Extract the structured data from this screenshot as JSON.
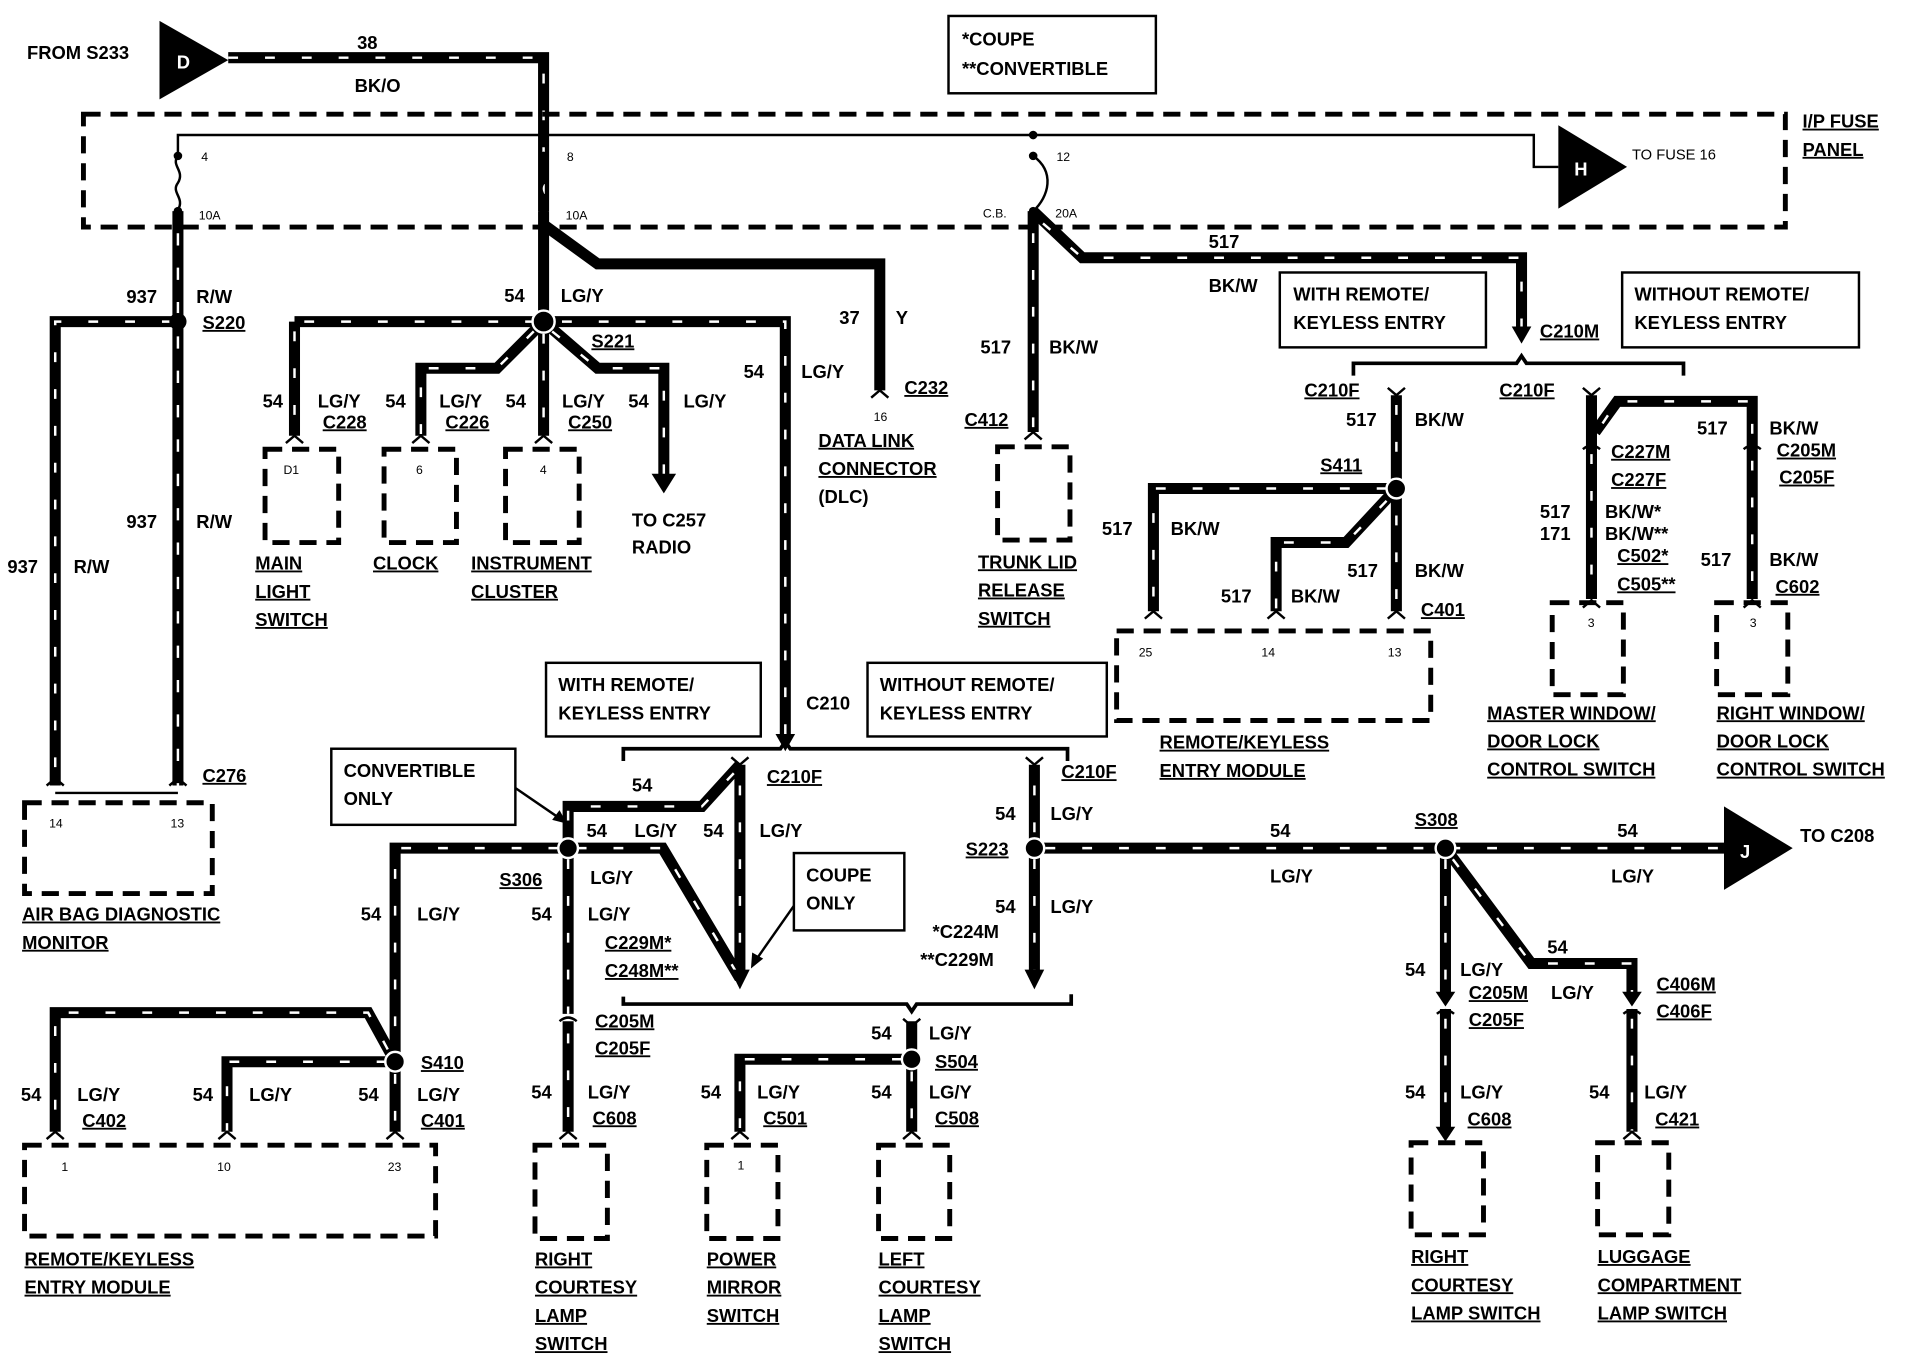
{
  "title": "Courtesy Lamp / Remote Keyless Entry Power Distribution Wiring Diagram",
  "legend": {
    "line1": "*COUPE",
    "line2": "**CONVERTIBLE"
  },
  "inputs": {
    "from_s233": "FROM S233",
    "d_marker": "D",
    "wire38": "38",
    "wire38_color": "BK/O"
  },
  "fuse_panel": {
    "label1": "I/P FUSE",
    "label2": "PANEL",
    "fuse4_num": "4",
    "fuse4_rating": "10A",
    "fuse8_num": "8",
    "fuse8_rating": "10A",
    "fuse12_num": "12",
    "fuse12_type": "C.B.",
    "fuse12_rating": "20A",
    "h_marker": "H",
    "to_fuse16": "TO FUSE 16"
  },
  "airbag": {
    "w1": "937",
    "c1": "R/W",
    "splice": "S220",
    "w2": "937",
    "c2": "R/W",
    "w3": "937",
    "c3": "R/W",
    "connector": "C276",
    "pin_a": "14",
    "pin_b": "13",
    "name1": "AIR BAG DIAGNOSTIC",
    "name2": "MONITOR"
  },
  "s221": {
    "w_in": "54",
    "c_in": "LG/Y",
    "splice": "S221",
    "mls_w": "54",
    "mls_c": "LG/Y",
    "mls_conn": "C228",
    "mls_pin": "D1",
    "clock_w": "54",
    "clock_c": "LG/Y",
    "clock_conn": "C226",
    "clock_pin": "6",
    "ic_w": "54",
    "ic_c": "LG/Y",
    "ic_conn": "C250",
    "ic_pin": "4",
    "radio_w": "54",
    "radio_c": "LG/Y",
    "radio1": "TO C257",
    "radio2": "RADIO",
    "c210_w": "54",
    "c210_c": "LG/Y",
    "mls1": "MAIN",
    "mls2": "LIGHT",
    "mls3": "SWITCH",
    "clock_name": "CLOCK",
    "ic1": "INSTRUMENT",
    "ic2": "CLUSTER"
  },
  "dlc": {
    "w": "37",
    "c": "Y",
    "conn": "C232",
    "pin": "16",
    "name1": "DATA LINK",
    "name2": "CONNECTOR",
    "name3": "(DLC)"
  },
  "trunk": {
    "w": "517",
    "c": "BK/W",
    "conn": "C412",
    "name1": "TRUNK LID",
    "name2": "RELEASE",
    "name3": "SWITCH"
  },
  "upper_rke": {
    "w": "517",
    "c": "BK/W",
    "c210m": "C210M",
    "with1": "WITH REMOTE/",
    "with2": "KEYLESS ENTRY",
    "without1": "WITHOUT REMOTE/",
    "without2": "KEYLESS ENTRY",
    "c210f_a": "C210F",
    "a_w": "517",
    "a_c": "BK/W",
    "splice": "S411",
    "b1_w": "517",
    "b1_c": "BK/W",
    "b2_w": "517",
    "b2_c": "BK/W",
    "b3_w": "517",
    "b3_c": "BK/W",
    "conn": "C401",
    "pin25": "25",
    "pin14": "14",
    "pin13": "13",
    "name1": "REMOTE/KEYLESS",
    "name2": "ENTRY MODULE",
    "c210f_b": "C210F",
    "c227m": "C227M",
    "c227f": "C227F",
    "m_w1": "517",
    "m_w2": "171",
    "m_c1": "BK/W*",
    "m_c2": "BK/W**",
    "m_conn1": "C502*",
    "m_conn2": "C505**",
    "m_pin": "3",
    "r_w": "517",
    "r_c": "BK/W",
    "c205m": "C205M",
    "c205f": "C205F",
    "r_w2": "517",
    "r_c2": "BK/W",
    "r_conn": "C602",
    "r_pin": "3",
    "master1": "MASTER WINDOW/",
    "master2": "DOOR LOCK",
    "master3": "CONTROL SWITCH",
    "right1": "RIGHT WINDOW/",
    "right2": "DOOR LOCK",
    "right3": "CONTROL SWITCH"
  },
  "lower": {
    "c210": "C210",
    "with1": "WITH REMOTE/",
    "with2": "KEYLESS ENTRY",
    "without1": "WITHOUT REMOTE/",
    "without2": "KEYLESS ENTRY",
    "c210f_a": "C210F",
    "c210f_b": "C210F",
    "conv1": "CONVERTIBLE",
    "conv2": "ONLY",
    "coupe1": "COUPE",
    "coupe2": "ONLY",
    "top_w": "54",
    "w_a": "54",
    "c_a": "LG/Y",
    "w_b": "54",
    "c_b": "LG/Y",
    "s306": "S306",
    "s306_c": "LG/Y",
    "down_w": "54",
    "down_c": "LG/Y",
    "c229m": "C229M*",
    "c248m": "C248M**",
    "left_w": "54",
    "left_c": "LG/Y",
    "s223": "S223",
    "s223_w1": "54",
    "s223_c1": "LG/Y",
    "s223_w2": "54",
    "s223_c2": "LG/Y",
    "c224m": "*C224M",
    "c229m2": "**C229M"
  },
  "s410": {
    "splice": "S410",
    "a_w": "54",
    "a_c": "LG/Y",
    "a_conn": "C402",
    "b_w": "54",
    "b_c": "LG/Y",
    "c_w": "54",
    "c_c": "LG/Y",
    "c_conn": "C401",
    "pin1": "1",
    "pin10": "10",
    "pin23": "23",
    "name1": "REMOTE/KEYLESS",
    "name2": "ENTRY MODULE"
  },
  "rcl_left": {
    "c205m": "C205M",
    "c205f": "C205F",
    "w": "54",
    "c": "LG/Y",
    "conn": "C608",
    "name1": "RIGHT",
    "name2": "COURTESY",
    "name3": "LAMP",
    "name4": "SWITCH"
  },
  "s504": {
    "in_w": "54",
    "in_c": "LG/Y",
    "splice": "S504",
    "pm_w": "54",
    "pm_c": "LG/Y",
    "pm_conn": "C501",
    "pm_pin": "1",
    "lc_w": "54",
    "lc_c": "LG/Y",
    "lc_conn": "C508",
    "pm1": "POWER",
    "pm2": "MIRROR",
    "pm3": "SWITCH",
    "lc1": "LEFT",
    "lc2": "COURTESY",
    "lc3": "LAMP",
    "lc4": "SWITCH"
  },
  "s308": {
    "w1": "54",
    "c1": "LG/Y",
    "splice": "S308",
    "w2": "54",
    "c2": "LG/Y",
    "j_marker": "J",
    "to_c208": "TO C208",
    "d_w": "54",
    "d_c": "LG/Y",
    "c205m": "C205M",
    "c205f": "C205F",
    "br_w": "54",
    "br_c": "LG/Y",
    "c406m": "C406M",
    "c406f": "C406F",
    "rc_w": "54",
    "rc_c": "LG/Y",
    "rc_conn": "C608",
    "lg_w": "54",
    "lg_c": "LG/Y",
    "lg_conn": "C421",
    "rc1": "RIGHT",
    "rc2": "COURTESY",
    "rc3": "LAMP SWITCH",
    "lg1": "LUGGAGE",
    "lg2": "COMPARTMENT",
    "lg3": "LAMP SWITCH"
  }
}
